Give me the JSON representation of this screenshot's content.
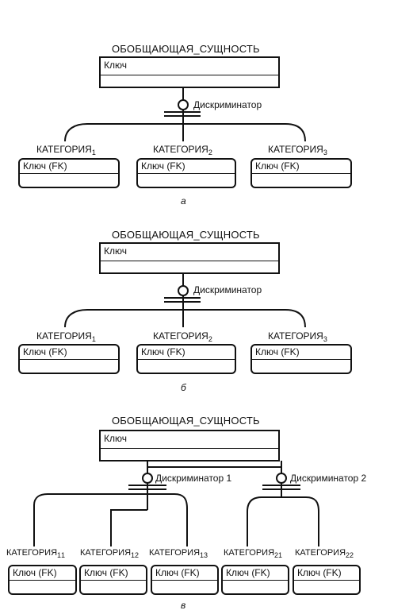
{
  "diagrams": [
    {
      "parent_title": "ОБОБЩАЮЩАЯ_СУЩНОСТЬ",
      "parent_key": "Ключ",
      "discriminator": "Дискриминатор",
      "categories": [
        {
          "name": "КАТЕГОРИЯ",
          "sub": "1",
          "key": "Ключ (FK)"
        },
        {
          "name": "КАТЕГОРИЯ",
          "sub": "2",
          "key": "Ключ (FK)"
        },
        {
          "name": "КАТЕГОРИЯ",
          "sub": "3",
          "key": "Ключ (FK)"
        }
      ],
      "caption": "а"
    },
    {
      "parent_title": "ОБОБЩАЮЩАЯ_СУЩНОСТЬ",
      "parent_key": "Ключ",
      "discriminator": "Дискриминатор",
      "categories": [
        {
          "name": "КАТЕГОРИЯ",
          "sub": "1",
          "key": "Ключ (FK)"
        },
        {
          "name": "КАТЕГОРИЯ",
          "sub": "2",
          "key": "Ключ (FK)"
        },
        {
          "name": "КАТЕГОРИЯ",
          "sub": "3",
          "key": "Ключ (FK)"
        }
      ],
      "caption": "б"
    },
    {
      "parent_title": "ОБОБЩАЮЩАЯ_СУЩНОСТЬ",
      "parent_key": "Ключ",
      "discriminator_1": "Дискриминатор 1",
      "discriminator_2": "Дискриминатор 2",
      "categories": [
        {
          "name": "КАТЕГОРИЯ",
          "sub": "1",
          "sub2": "1",
          "key": "Ключ (FK)"
        },
        {
          "name": "КАТЕГОРИЯ",
          "sub": "1",
          "sub2": "2",
          "key": "Ключ (FK)"
        },
        {
          "name": "КАТЕГОРИЯ",
          "sub": "1",
          "sub2": "3",
          "key": "Ключ (FK)"
        },
        {
          "name": "КАТЕГОРИЯ",
          "sub": "2",
          "sub2": "1",
          "key": "Ключ (FK)"
        },
        {
          "name": "КАТЕГОРИЯ",
          "sub": "2",
          "sub2": "2",
          "key": "Ключ (FK)"
        }
      ],
      "caption": "в"
    }
  ]
}
